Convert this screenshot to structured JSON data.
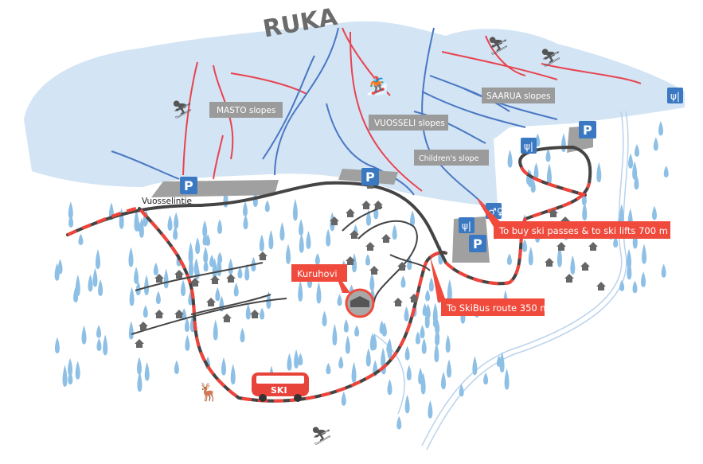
{
  "map": {
    "title": "RUKA",
    "slope_labels": {
      "masto": "MASTO slopes",
      "vuosseli": "VUOSSELI slopes",
      "saarua": "SAARUA slopes",
      "children": "Children's slope"
    },
    "road_name": "Vuosselintie",
    "place_label": "Kuruhovi",
    "callouts": {
      "ski_passes": "To buy ski passes & to ski lifts 700 m",
      "skibus": "To SkiBus route 350 m"
    },
    "bus_label": "SKI",
    "parking_symbol": "P",
    "icons": [
      "parking-icon",
      "restaurant-icon",
      "toilet-icon",
      "skier-icon",
      "snowboarder-icon",
      "bus-icon",
      "reindeer-icon",
      "cross-country-skier-icon",
      "house-icon",
      "tree-icon"
    ],
    "colors": {
      "slope_area": "#d3e4f4",
      "red_slope": "#e8434f",
      "blue_slope": "#4a78c4",
      "road": "#444444",
      "route_dash": "#f0443a",
      "label_box": "#9b9b9b",
      "callout": "#f04a3c",
      "icon_blue": "#3b78c2",
      "tree": "#8ec0e6"
    }
  }
}
